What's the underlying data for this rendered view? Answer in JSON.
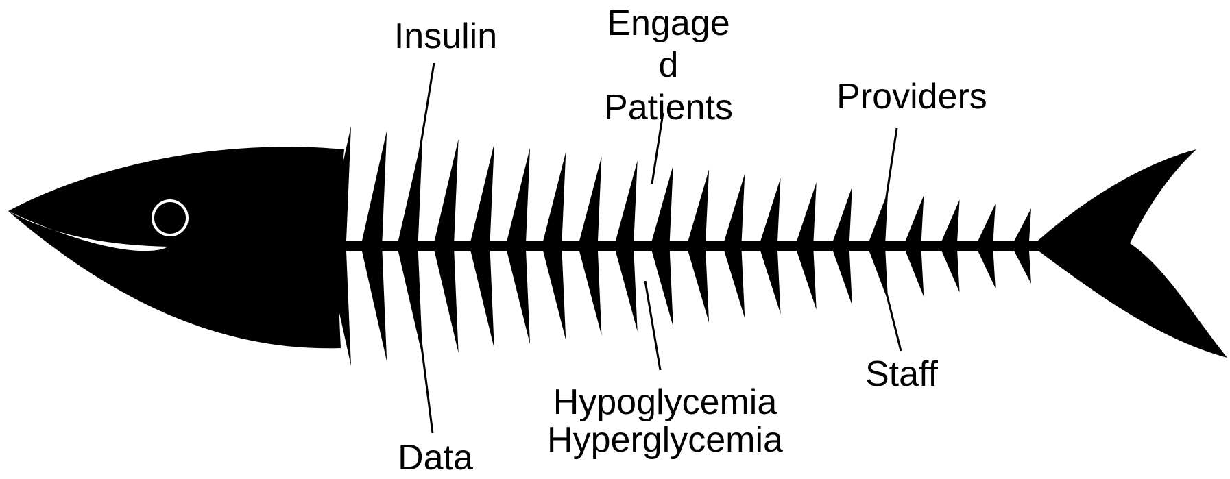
{
  "diagram": {
    "type": "fishbone",
    "colors": {
      "fish": "#000000",
      "background": "#ffffff"
    },
    "causes": {
      "insulin": "Insulin",
      "engaged_patients": "Engage\nd\nPatients",
      "providers": "Providers",
      "data": "Data",
      "hypo_hyper": "Hypoglycemia\nHyperglycemia",
      "staff": "Staff"
    }
  }
}
